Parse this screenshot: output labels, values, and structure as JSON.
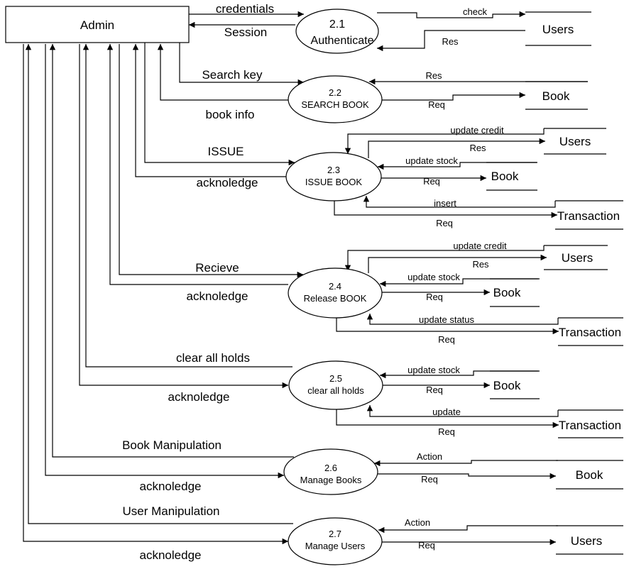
{
  "admin": {
    "label": "Admin"
  },
  "processes": {
    "p21": {
      "num": "2.1",
      "name": "Authenticate"
    },
    "p22": {
      "num": "2.2",
      "name": "SEARCH BOOK"
    },
    "p23": {
      "num": "2.3",
      "name": "ISSUE BOOK"
    },
    "p24": {
      "num": "2.4",
      "name": "Release BOOK"
    },
    "p25": {
      "num": "2.5",
      "name": "clear all holds"
    },
    "p26": {
      "num": "2.6",
      "name": "Manage Books"
    },
    "p27": {
      "num": "2.7",
      "name": "Manage Users"
    }
  },
  "stores": {
    "users1": "Users",
    "book1": "Book",
    "users2": "Users",
    "book2": "Book",
    "trans1": "Transaction",
    "users3": "Users",
    "book3": "Book",
    "trans2": "Transaction",
    "book4": "Book",
    "trans3": "Transaction",
    "book5": "Book",
    "users4": "Users"
  },
  "flows": {
    "credentials": "credentials",
    "session": "Session",
    "check": "check",
    "res1": "Res",
    "search_key": "Search key",
    "book_info": "book info",
    "res2": "Res",
    "req2": "Req",
    "issue": "ISSUE",
    "ack3": "acknoledge",
    "uc3": "update credit",
    "res3": "Res",
    "us3": "update stock",
    "req3a": "Req",
    "ins3": "insert",
    "req3b": "Req",
    "recieve": "Recieve",
    "ack4": "acknoledge",
    "uc4": "update credit",
    "res4": "Res",
    "us4": "update stock",
    "req4a": "Req",
    "ust4": "update status",
    "req4b": "Req",
    "clear": "clear all holds",
    "ack5": "acknoledge",
    "us5": "update stock",
    "req5a": "Req",
    "upd5": "update",
    "req5b": "Req",
    "bookman": "Book Manipulation",
    "ack6": "acknoledge",
    "act6": "Action",
    "req6": "Req",
    "userman": "User Manipulation",
    "ack7": "acknoledge",
    "act7": "Action",
    "req7": "Req"
  }
}
